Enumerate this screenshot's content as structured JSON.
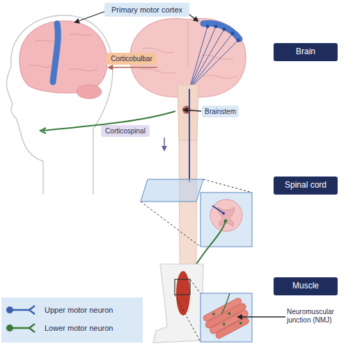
{
  "diagram": {
    "nodes": [
      {
        "text": [
          "Primary motor cortex"
        ]
      },
      {
        "text": [
          "Brain"
        ]
      },
      {
        "text": [
          "Corticobulbar"
        ]
      },
      {
        "text": [
          "Brainstem"
        ]
      },
      {
        "text": [
          "Corticospinal"
        ]
      },
      {
        "text": [
          "Spinal cord"
        ]
      },
      {
        "text": [
          "Muscle"
        ]
      }
    ],
    "labels": [
      "Neuromuscular junction (NMJ)"
    ],
    "legend": [
      {
        "text": "Upper motor neuron"
      },
      {
        "text": "Lower motor neuron"
      }
    ]
  }
}
